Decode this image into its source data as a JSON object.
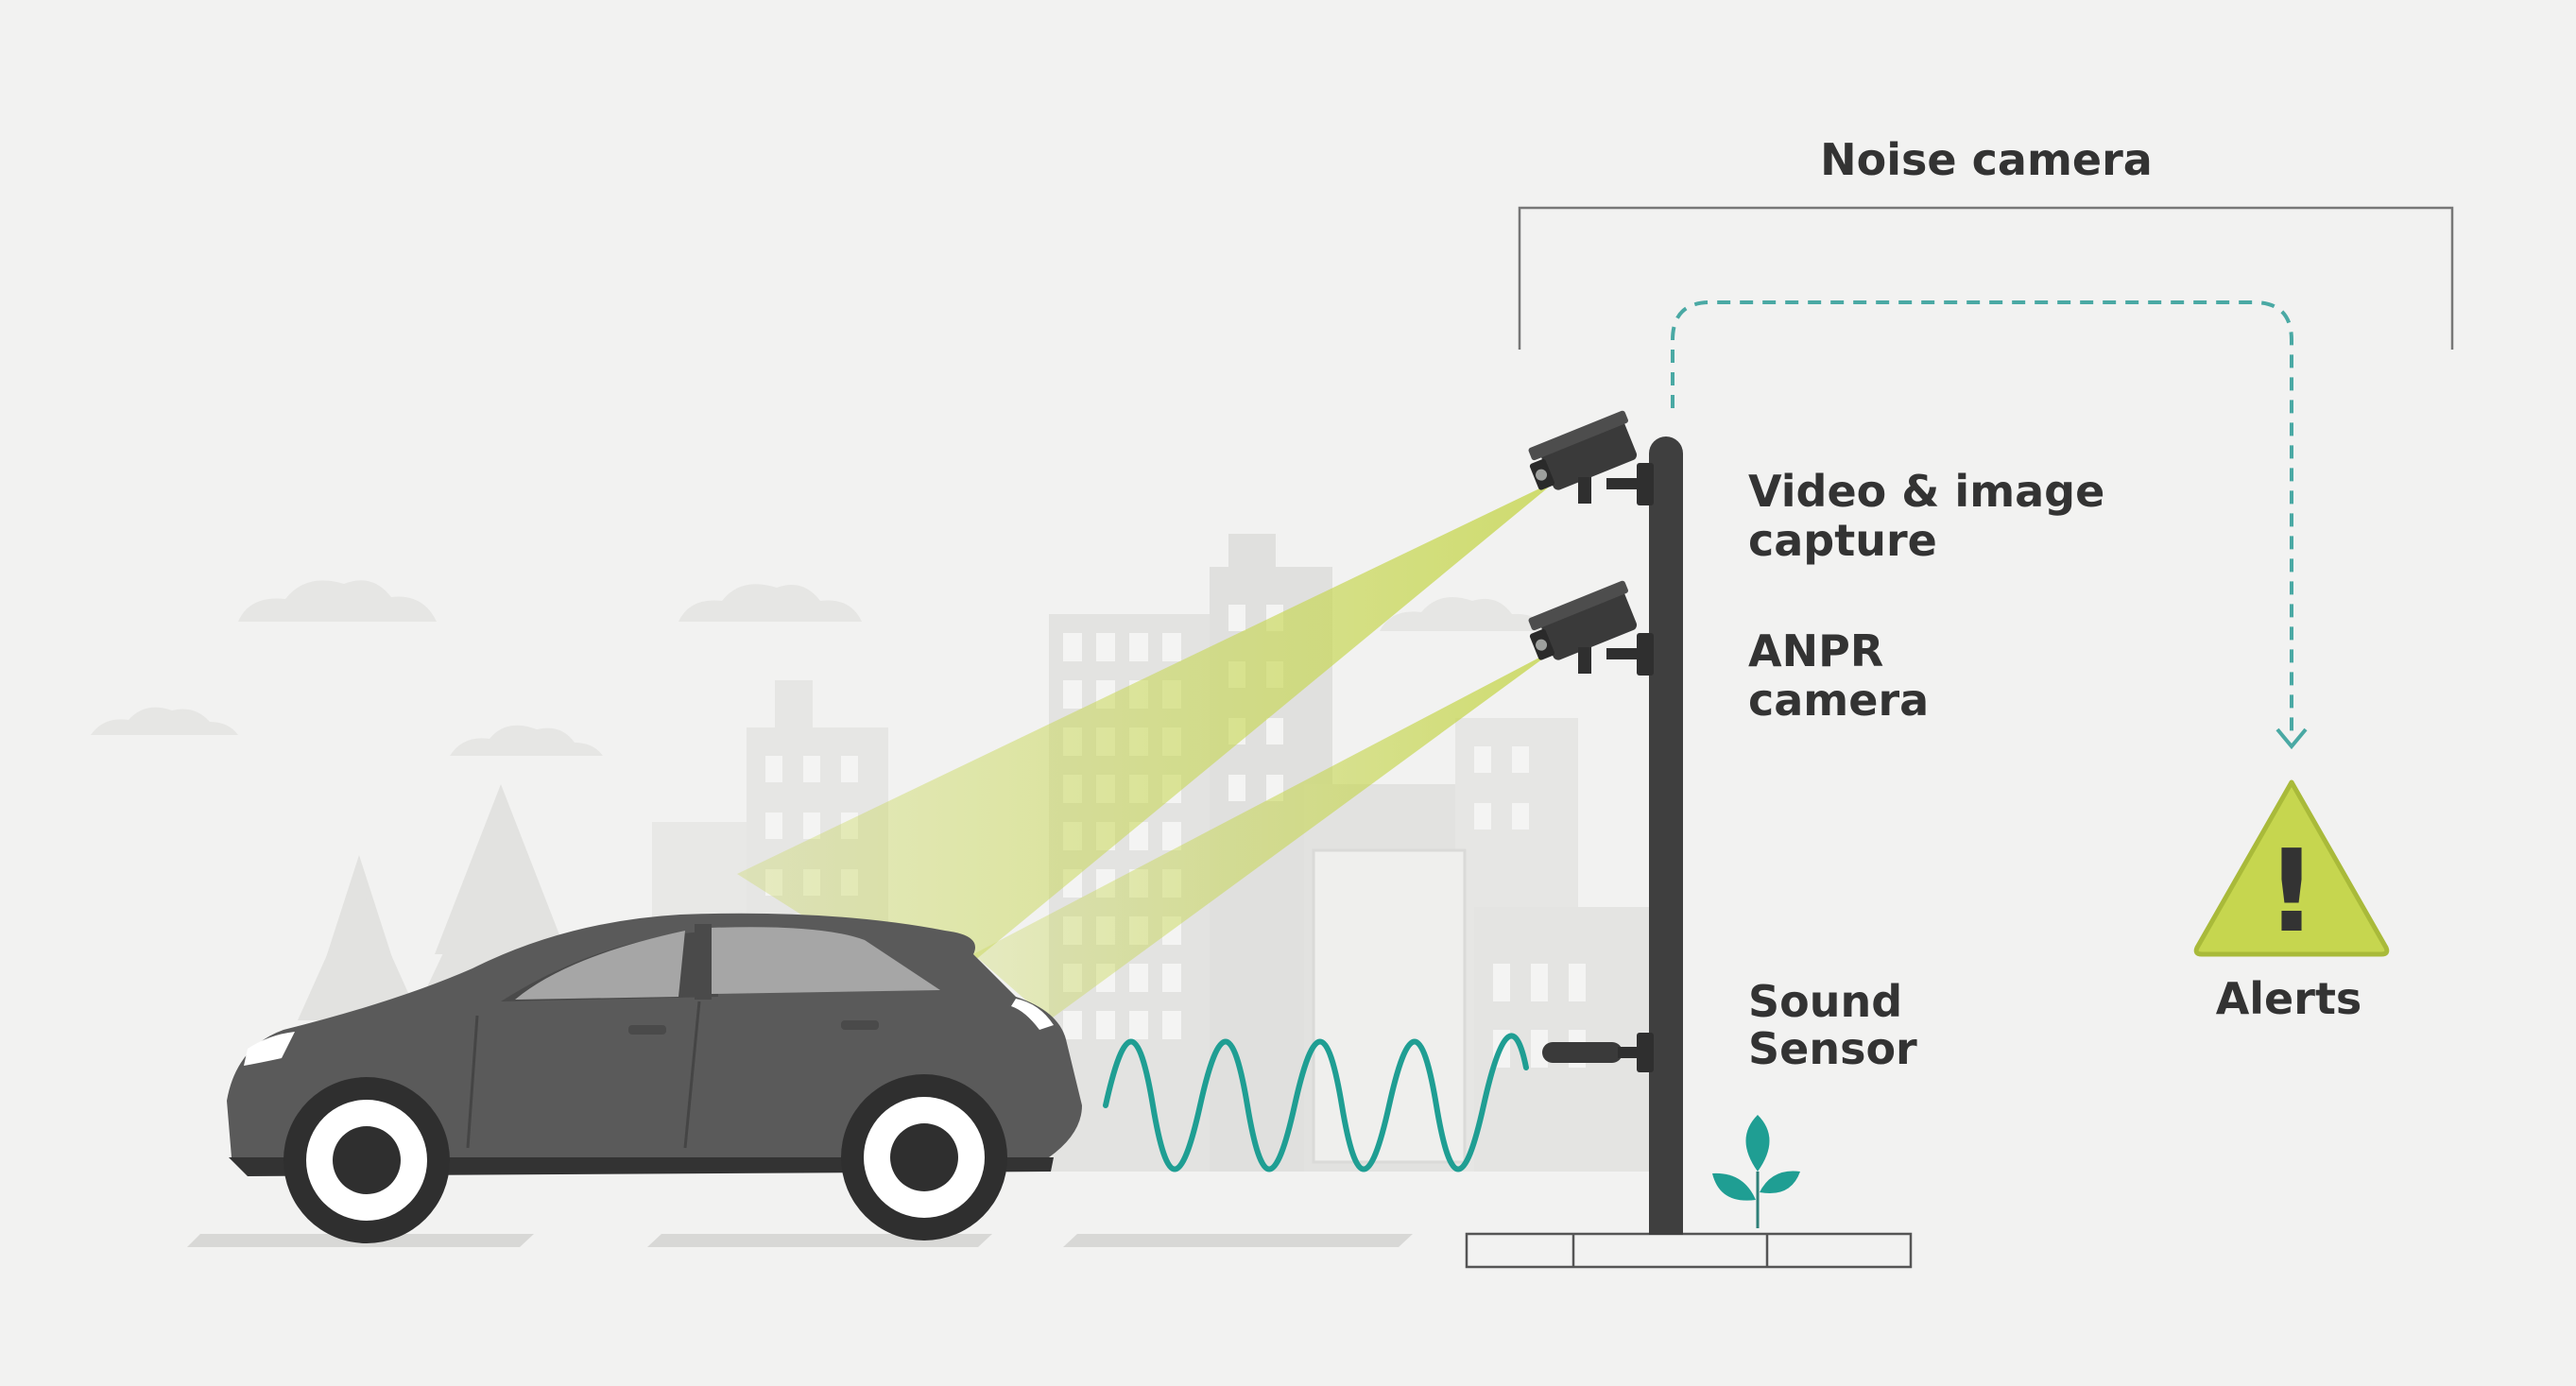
{
  "title": "Noise camera",
  "labels": {
    "video_line1": "Video & image",
    "video_line2": "capture",
    "anpr_line1": "ANPR",
    "anpr_line2": "camera",
    "sound_line1": "Sound",
    "sound_line2": "Sensor",
    "alerts": "Alerts"
  },
  "alert_symbol": "!",
  "colors": {
    "background": "#f2f2f1",
    "beam": "#c6d64f",
    "wave": "#1f9e93",
    "dashed_arrow": "#4aa9a4",
    "warning_fill": "#c6d64f",
    "pole": "#3f3f3f",
    "car_body": "#5a5a5a",
    "text": "#333333"
  },
  "icons": [
    "cctv-camera-icon",
    "anpr-camera-icon",
    "sound-sensor-icon",
    "warning-triangle-icon",
    "plant-icon",
    "car-icon"
  ]
}
